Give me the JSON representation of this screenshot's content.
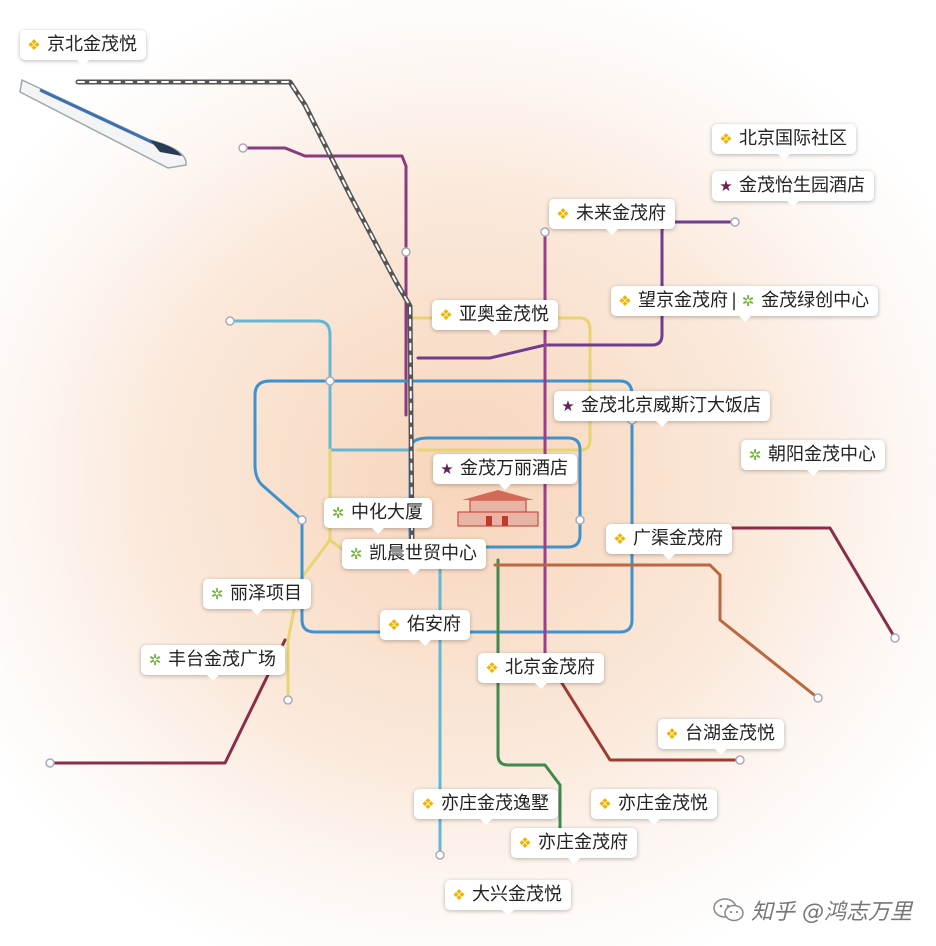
{
  "map": {
    "background_color": "#fbe4d3",
    "line_colors": {
      "purple": "#8a3a7e",
      "light_blue": "#62b8d6",
      "ring_blue": "#3f93cc",
      "yellow": "#e8d472",
      "violet": "#6f3c8f",
      "magenta": "#9b3f8d",
      "maroon": "#8a2d4a",
      "green": "#3f8a4e",
      "brown": "#b9683f",
      "dark_red": "#9b3b33",
      "rail": "#555555"
    }
  },
  "labels": [
    {
      "id": "jingbei",
      "icon": "clover-icon",
      "text": "京北金茂悦"
    },
    {
      "id": "beijing-intl",
      "icon": "clover-icon",
      "text": "北京国际社区"
    },
    {
      "id": "yisheng",
      "icon": "star-icon",
      "text": "金茂怡生园酒店"
    },
    {
      "id": "weilai",
      "icon": "clover-icon",
      "text": "未来金茂府"
    },
    {
      "id": "yaao",
      "icon": "clover-icon",
      "text": "亚奥金茂悦"
    },
    {
      "id": "wangjing",
      "icon": "clover-icon",
      "text": "望京金茂府"
    },
    {
      "id": "lvchuang",
      "icon": "flower-icon",
      "text": "金茂绿创中心"
    },
    {
      "id": "westin",
      "icon": "star-icon",
      "text": "金茂北京威斯汀大饭店"
    },
    {
      "id": "chaoyang",
      "icon": "flower-icon",
      "text": "朝阳金茂中心"
    },
    {
      "id": "wanli",
      "icon": "star-icon",
      "text": "金茂万丽酒店"
    },
    {
      "id": "zhonghua",
      "icon": "flower-icon",
      "text": "中化大厦"
    },
    {
      "id": "guangqu",
      "icon": "clover-icon",
      "text": "广渠金茂府"
    },
    {
      "id": "kaichen",
      "icon": "flower-icon",
      "text": "凯晨世贸中心"
    },
    {
      "id": "lize",
      "icon": "flower-icon",
      "text": "丽泽项目"
    },
    {
      "id": "youan",
      "icon": "clover-icon",
      "text": "佑安府"
    },
    {
      "id": "fengtai",
      "icon": "flower-icon",
      "text": "丰台金茂广场"
    },
    {
      "id": "beijing-jinmao",
      "icon": "clover-icon",
      "text": "北京金茂府"
    },
    {
      "id": "taihu",
      "icon": "clover-icon",
      "text": "台湖金茂悦"
    },
    {
      "id": "yizhuang-yishu",
      "icon": "clover-icon",
      "text": "亦庄金茂逸墅"
    },
    {
      "id": "yizhuang-yue",
      "icon": "clover-icon",
      "text": "亦庄金茂悦"
    },
    {
      "id": "yizhuang-fu",
      "icon": "clover-icon",
      "text": "亦庄金茂府"
    },
    {
      "id": "daxing",
      "icon": "clover-icon",
      "text": "大兴金茂悦"
    }
  ],
  "watermark": {
    "text": "知乎 @鸿志万里",
    "icon": "wechat-icon"
  }
}
